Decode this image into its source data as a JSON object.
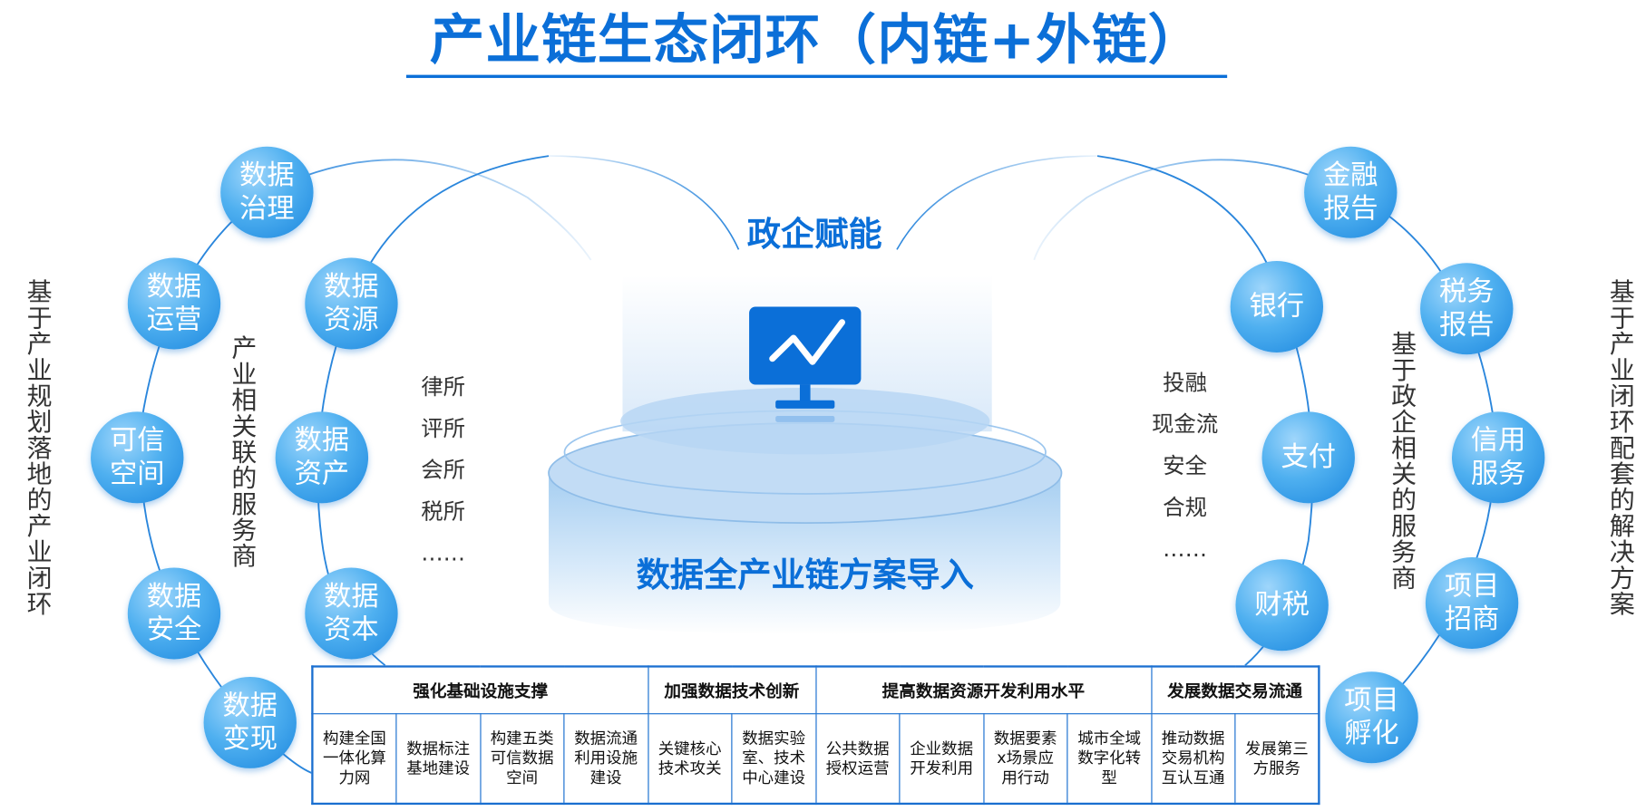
{
  "title": "产业链生态闭环（内链+外链）",
  "center": {
    "top_label": "政企赋能",
    "bottom_label": "数据全产业链方案导入",
    "icon": "monitor-chart-icon"
  },
  "left_outer": {
    "caption": "基于产业规划落地的产业闭环",
    "nodes": [
      "数据治理",
      "数据运营",
      "可信空间",
      "数据安全",
      "数据变现"
    ]
  },
  "left_inner": {
    "caption": "产业相关联的服务商",
    "nodes": [
      "数据资源",
      "数据资产",
      "数据资本"
    ],
    "list": [
      "律所",
      "评所",
      "会所",
      "税所",
      "……"
    ]
  },
  "right_inner": {
    "caption": "基于政企相关的服务商",
    "nodes": [
      "银行",
      "支付",
      "财税"
    ],
    "list": [
      "投融",
      "现金流",
      "安全",
      "合规",
      "……"
    ]
  },
  "right_outer": {
    "caption": "基于产业闭环配套的解决方案",
    "nodes": [
      "金融报告",
      "税务报告",
      "信用服务",
      "项目招商",
      "项目孵化"
    ]
  },
  "table": {
    "groups": [
      {
        "title": "强化基础设施支撑",
        "items": [
          "构建全国一体化算力网",
          "数据标注基地建设",
          "构建五类可信数据空间",
          "数据流通利用设施建设"
        ]
      },
      {
        "title": "加强数据技术创新",
        "items": [
          "关键核心技术攻关",
          "数据实验室、技术中心建设"
        ]
      },
      {
        "title": "提高数据资源开发利用水平",
        "items": [
          "公共数据授权运营",
          "企业数据开发利用",
          "数据要素x场景应用行动",
          "城市全域数字化转型"
        ]
      },
      {
        "title": "发展数据交易流通",
        "items": [
          "推动数据交易机构互认互通",
          "发展第三方服务"
        ]
      }
    ]
  },
  "colors": {
    "primary": "#0b6fd8",
    "border": "#1a6fd0"
  }
}
